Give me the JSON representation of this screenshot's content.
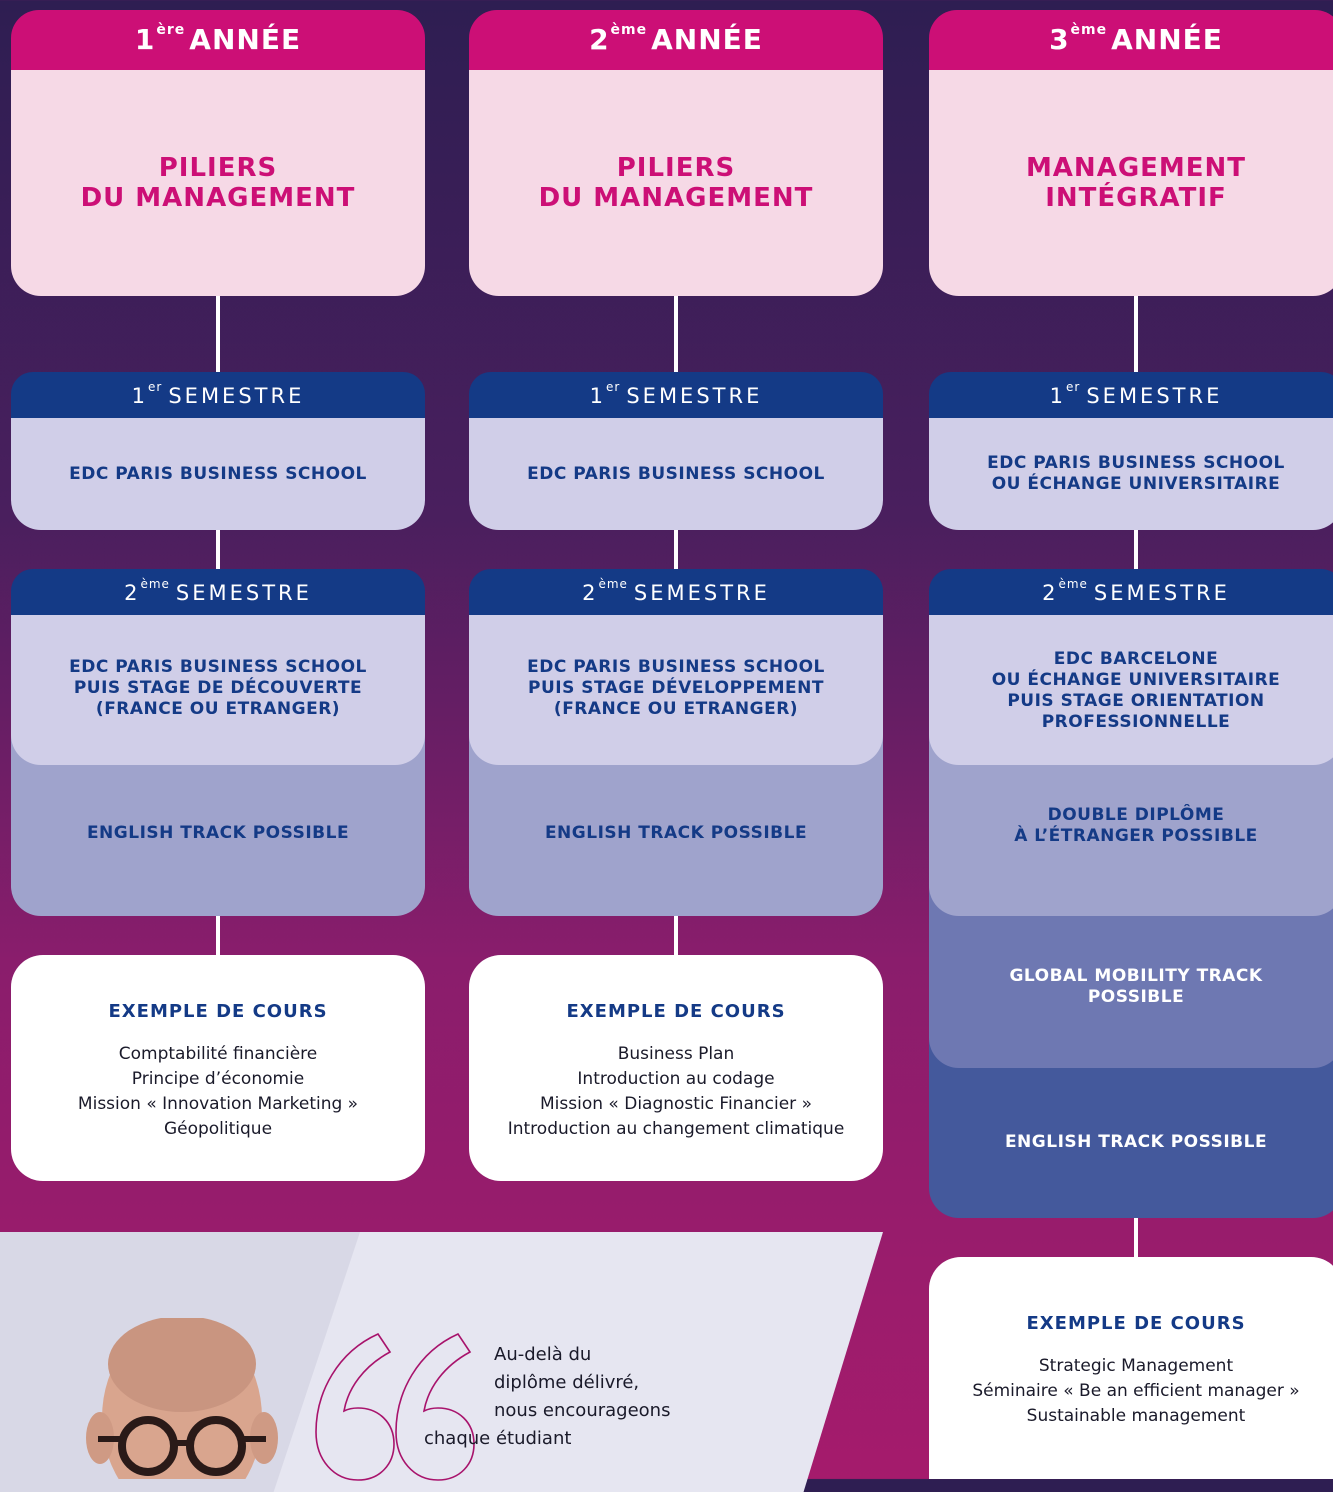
{
  "years": [
    {
      "num": "1",
      "sup": "ère",
      "label": "ANNÉE",
      "pillar": [
        "PILIERS",
        "DU MANAGEMENT"
      ],
      "sem1": {
        "num": "1",
        "sup": "er",
        "label": "SEMESTRE",
        "body": [
          "EDC PARIS BUSINESS SCHOOL"
        ]
      },
      "sem2": {
        "num": "2",
        "sup": "ème",
        "label": "SEMESTRE",
        "body": [
          "EDC PARIS BUSINESS SCHOOL",
          "PUIS STAGE DE DÉCOUVERTE",
          "(FRANCE OU ETRANGER)"
        ]
      },
      "tracks": [
        {
          "text": [
            "ENGLISH TRACK POSSIBLE"
          ]
        }
      ],
      "courses": {
        "title": "EXEMPLE DE COURS",
        "items": [
          "Comptabilité financière",
          "Principe d’économie",
          "Mission « Innovation Marketing »",
          "Géopolitique"
        ]
      }
    },
    {
      "num": "2",
      "sup": "ème",
      "label": "ANNÉE",
      "pillar": [
        "PILIERS",
        "DU MANAGEMENT"
      ],
      "sem1": {
        "num": "1",
        "sup": "er",
        "label": "SEMESTRE",
        "body": [
          "EDC PARIS BUSINESS SCHOOL"
        ]
      },
      "sem2": {
        "num": "2",
        "sup": "ème",
        "label": "SEMESTRE",
        "body": [
          "EDC PARIS BUSINESS SCHOOL",
          "PUIS STAGE DÉVELOPPEMENT",
          "(FRANCE OU ETRANGER)"
        ]
      },
      "tracks": [
        {
          "text": [
            "ENGLISH TRACK POSSIBLE"
          ]
        }
      ],
      "courses": {
        "title": "EXEMPLE DE COURS",
        "items": [
          "Business Plan",
          "Introduction au codage",
          "Mission « Diagnostic Financier »",
          "Introduction au changement climatique"
        ]
      }
    },
    {
      "num": "3",
      "sup": "ème",
      "label": "ANNÉE",
      "pillar": [
        "MANAGEMENT",
        "INTÉGRATIF"
      ],
      "sem1": {
        "num": "1",
        "sup": "er",
        "label": "SEMESTRE",
        "body": [
          "EDC PARIS BUSINESS SCHOOL",
          "OU ÉCHANGE UNIVERSITAIRE"
        ]
      },
      "sem2": {
        "num": "2",
        "sup": "ème",
        "label": "SEMESTRE",
        "body": [
          "EDC BARCELONE",
          "OU ÉCHANGE UNIVERSITAIRE",
          "PUIS STAGE ORIENTATION",
          "PROFESSIONNELLE"
        ]
      },
      "tracks": [
        {
          "text": [
            "DOUBLE DIPLÔME",
            "À L’ÉTRANGER POSSIBLE"
          ]
        },
        {
          "text": [
            "GLOBAL MOBILITY TRACK",
            "POSSIBLE"
          ]
        },
        {
          "text": [
            "ENGLISH TRACK POSSIBLE"
          ]
        }
      ],
      "courses": {
        "title": "EXEMPLE DE COURS",
        "items": [
          "Strategic Management",
          "Séminaire « Be an efficient manager »",
          "Sustainable management"
        ]
      }
    }
  ],
  "quote": {
    "lines": [
      "Au-delà du",
      "diplôme délivré,",
      "nous encourageons",
      "chaque étudiant"
    ]
  },
  "colors": {
    "magenta": "#cc0f76",
    "pink_light": "#f6d9e6",
    "navy": "#143a86",
    "lavender": "#d0cee8",
    "track_1": "#9fa3cc",
    "track_2": "#6e78b2",
    "track_3": "#44599c"
  }
}
